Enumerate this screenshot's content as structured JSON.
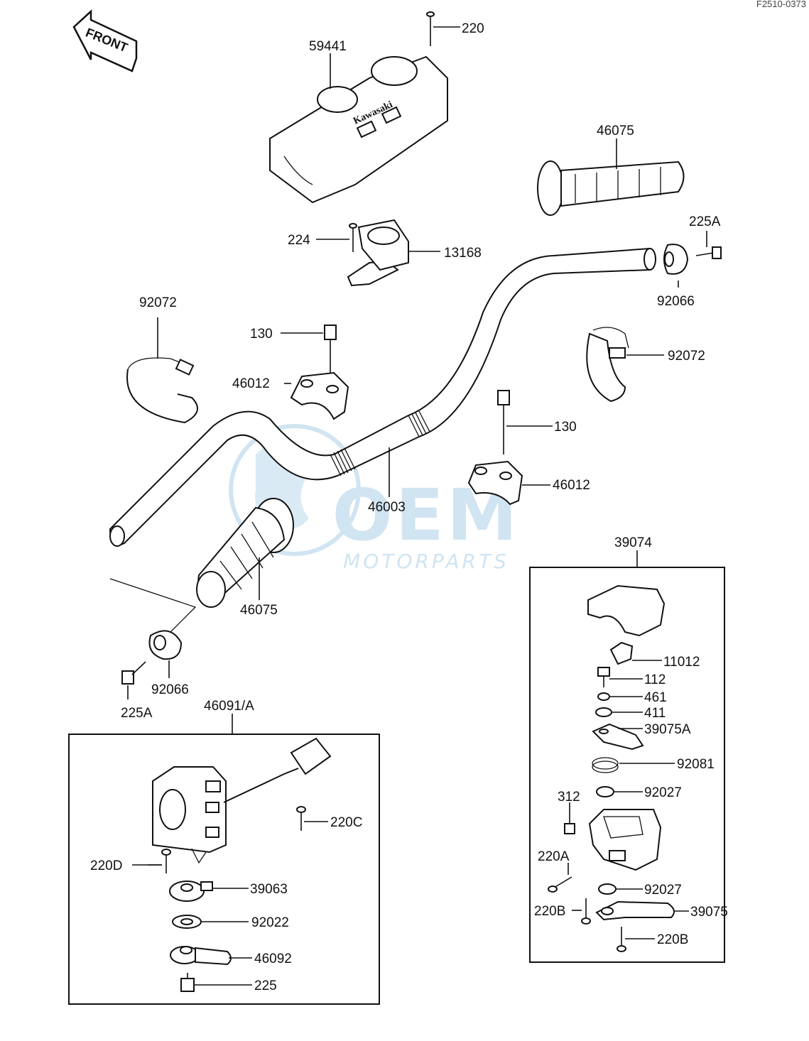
{
  "corner_code": "F2510-0373",
  "front_arrow_text": "FRONT",
  "brand_on_cover": "Kawasaki",
  "watermark": {
    "logo": "OEM",
    "sub": "MOTORPARTS",
    "color": "#aacfe8"
  },
  "parts": [
    {
      "id": "p59441",
      "label": "59441"
    },
    {
      "id": "p220",
      "label": "220"
    },
    {
      "id": "p46075_top",
      "label": "46075"
    },
    {
      "id": "p225A_top",
      "label": "225A"
    },
    {
      "id": "p224",
      "label": "224"
    },
    {
      "id": "p13168",
      "label": "13168"
    },
    {
      "id": "p92066_top",
      "label": "92066"
    },
    {
      "id": "p92072_left",
      "label": "92072"
    },
    {
      "id": "p130_left",
      "label": "130"
    },
    {
      "id": "p92072_right",
      "label": "92072"
    },
    {
      "id": "p46012_left",
      "label": "46012"
    },
    {
      "id": "p130_right",
      "label": "130"
    },
    {
      "id": "p46012_right",
      "label": "46012"
    },
    {
      "id": "p46003",
      "label": "46003"
    },
    {
      "id": "p46075_bottom",
      "label": "46075"
    },
    {
      "id": "p39074",
      "label": "39074"
    },
    {
      "id": "p92066_bottom",
      "label": "92066"
    },
    {
      "id": "p225A_bottom",
      "label": "225A"
    },
    {
      "id": "p46091A",
      "label": "46091/A"
    },
    {
      "id": "p11012",
      "label": "11012"
    },
    {
      "id": "p112",
      "label": "112"
    },
    {
      "id": "p461",
      "label": "461"
    },
    {
      "id": "p411",
      "label": "411"
    },
    {
      "id": "p39075A",
      "label": "39075A"
    },
    {
      "id": "p92081",
      "label": "92081"
    },
    {
      "id": "p312",
      "label": "312"
    },
    {
      "id": "p92027_a",
      "label": "92027"
    },
    {
      "id": "p220C",
      "label": "220C"
    },
    {
      "id": "p220A",
      "label": "220A"
    },
    {
      "id": "p220D",
      "label": "220D"
    },
    {
      "id": "p39063",
      "label": "39063"
    },
    {
      "id": "p92027_b",
      "label": "92027"
    },
    {
      "id": "p220B_a",
      "label": "220B"
    },
    {
      "id": "p39075",
      "label": "39075"
    },
    {
      "id": "p92022",
      "label": "92022"
    },
    {
      "id": "p220B_b",
      "label": "220B"
    },
    {
      "id": "p46092",
      "label": "46092"
    },
    {
      "id": "p225",
      "label": "225"
    }
  ]
}
